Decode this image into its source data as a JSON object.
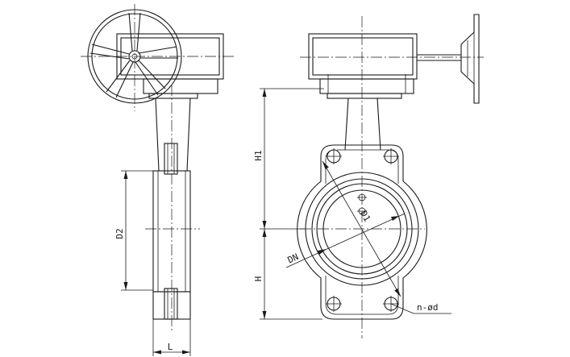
{
  "labels": {
    "d2": "D2",
    "l": "L",
    "h1": "H1",
    "h": "H",
    "d1": "D1",
    "dn": "DN",
    "bolt": "n-ød"
  },
  "colors": {
    "line": "#1a1a1a",
    "background": "#ffffff"
  }
}
